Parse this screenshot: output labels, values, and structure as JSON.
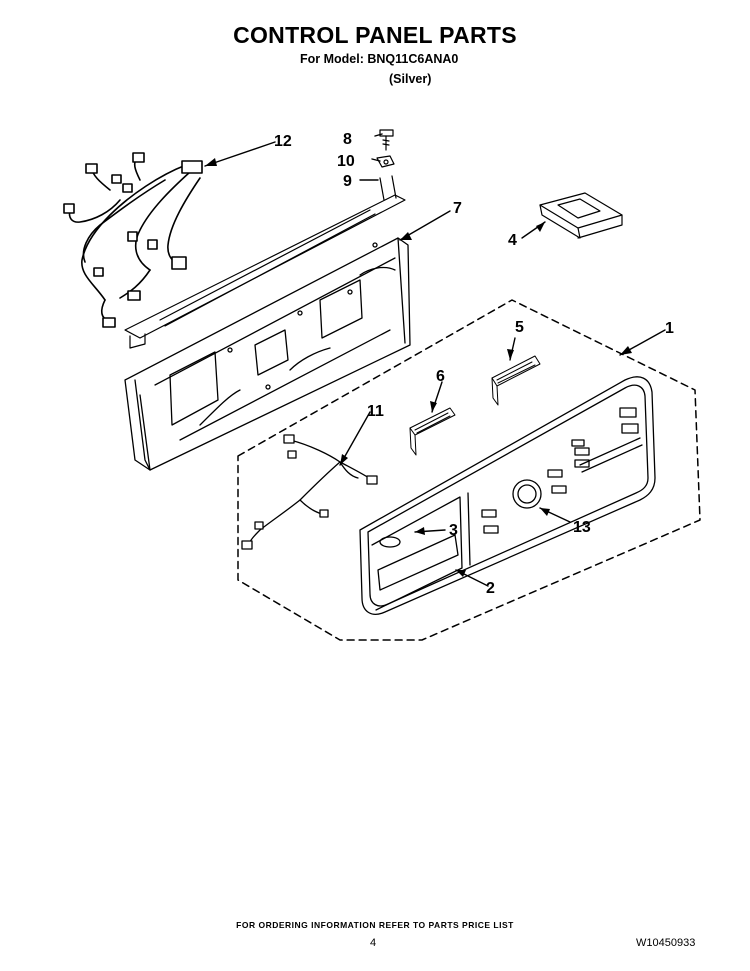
{
  "header": {
    "title": "CONTROL PANEL PARTS",
    "model_line": "For Model: BNQ11C6ANA0",
    "color_line": "(Silver)"
  },
  "callouts": {
    "c1": "1",
    "c2": "2",
    "c3": "3",
    "c4": "4",
    "c5": "5",
    "c6": "6",
    "c7": "7",
    "c8": "8",
    "c9": "9",
    "c10": "10",
    "c11": "11",
    "c12": "12",
    "c13": "13"
  },
  "footer": {
    "ordering_note": "FOR ORDERING INFORMATION REFER TO PARTS PRICE LIST",
    "page_number": "4",
    "document_number": "W10450933"
  }
}
